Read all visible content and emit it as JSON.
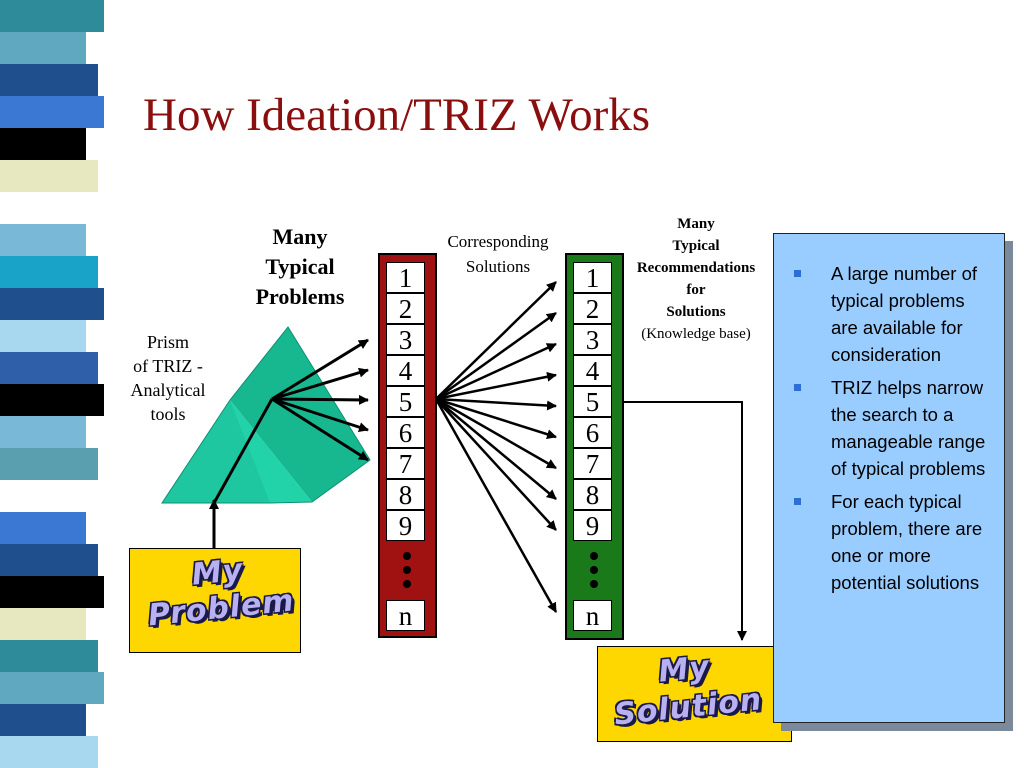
{
  "title": "How Ideation/TRIZ Works",
  "labels": {
    "many_problems": [
      "Many",
      "Typical",
      "Problems"
    ],
    "prism": [
      "Prism",
      "of TRIZ -",
      "Analytical",
      "tools"
    ],
    "corresponding": [
      "Corresponding",
      "Solutions"
    ],
    "recommendations": [
      "Many",
      "Typical",
      "Recommendations",
      "for",
      "Solutions",
      "(Knowledge base)"
    ]
  },
  "problem_list": [
    "1",
    "2",
    "3",
    "4",
    "5",
    "6",
    "7",
    "8",
    "9",
    "n"
  ],
  "solution_list": [
    "1",
    "2",
    "3",
    "4",
    "5",
    "6",
    "7",
    "8",
    "9",
    "n"
  ],
  "my_problem": [
    "My",
    "Problem"
  ],
  "my_solution": [
    "My",
    "Solution"
  ],
  "bullets": [
    "A large number of typical problems are available for consideration",
    "TRIZ helps narrow the search to a manageable range of typical problems",
    "For each typical problem, there are one or more potential solutions"
  ],
  "colors": {
    "title": "#8b0e0e",
    "problem_column": "#a01212",
    "solution_column": "#1a7a1a",
    "prism": "#22d3aa",
    "yellow_box": "#ffd700",
    "panel": "#99ccff"
  }
}
